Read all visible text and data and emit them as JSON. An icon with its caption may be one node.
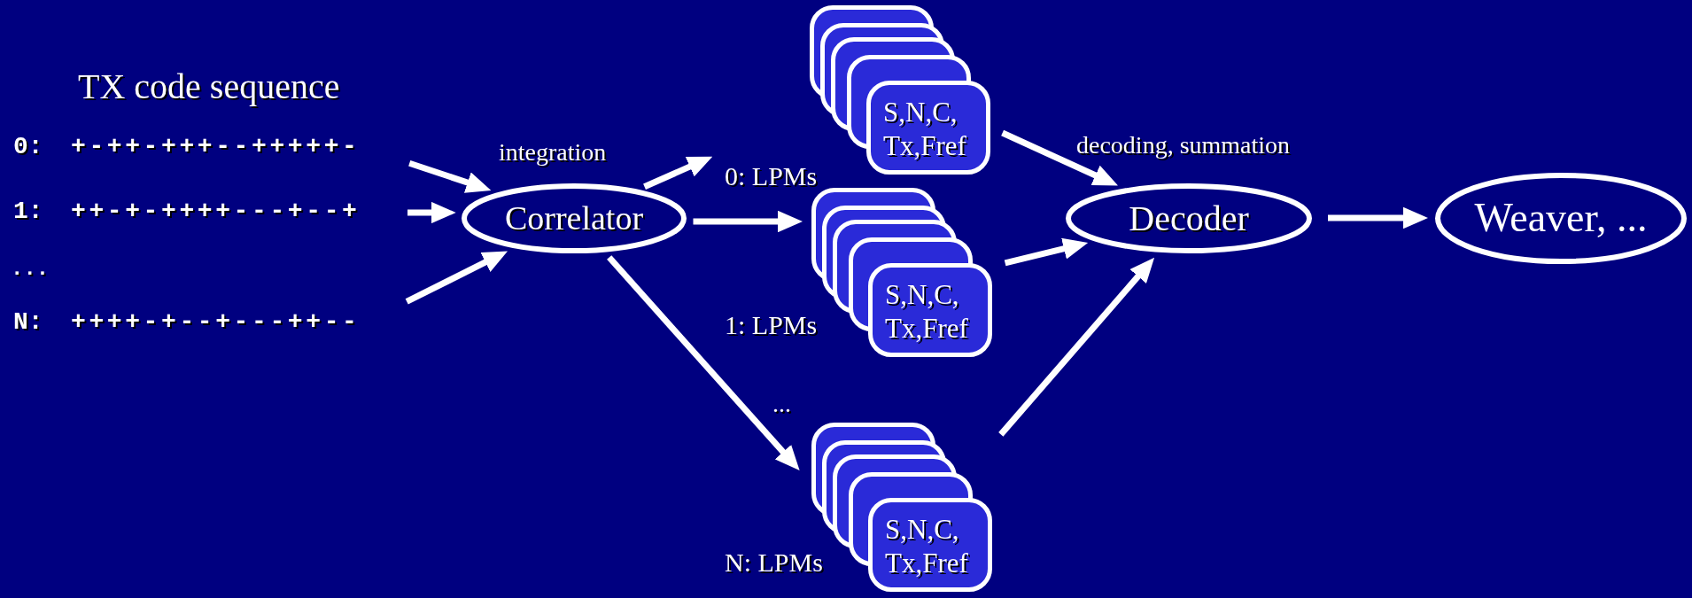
{
  "diagram": {
    "title": "TX code sequence",
    "nodes": [
      {
        "text": [
          "0:",
          "+-++-+++--+++++-"
        ]
      },
      {
        "text": [
          "1:",
          "++-+-++++---+--+"
        ]
      },
      {
        "text": [
          "N:",
          "++++-+--+---++--"
        ]
      },
      {
        "text": [
          "Correlator"
        ],
        "beside": [
          "integration"
        ]
      },
      {
        "text": [
          "S,N,C, Tx,Fref"
        ],
        "beside": [
          "0: LPMs"
        ]
      },
      {
        "text": [
          "S,N,C, Tx,Fref"
        ],
        "beside": [
          "1: LPMs"
        ]
      },
      {
        "text": [
          "S,N,C, Tx,Fref"
        ],
        "beside": [
          "N: LPMs"
        ]
      },
      {
        "text": [
          "Decoder"
        ],
        "beside": [
          "decoding, summation"
        ]
      },
      {
        "text": [
          "Weaver, ..."
        ]
      }
    ],
    "edges": [
      {
        "from": 0,
        "to": 3,
        "arrow": "to"
      },
      {
        "from": 1,
        "to": 3,
        "arrow": "to"
      },
      {
        "from": 2,
        "to": 3,
        "arrow": "to"
      },
      {
        "from": 3,
        "to": 4,
        "arrow": "to"
      },
      {
        "from": 3,
        "to": 5,
        "arrow": "to"
      },
      {
        "from": 3,
        "to": 6,
        "arrow": "to"
      },
      {
        "from": 4,
        "to": 7,
        "arrow": "to"
      },
      {
        "from": 5,
        "to": 7,
        "arrow": "to"
      },
      {
        "from": 6,
        "to": 7,
        "arrow": "to"
      },
      {
        "from": 7,
        "to": 8,
        "arrow": "to"
      }
    ],
    "labels": [
      "...",
      "..."
    ]
  }
}
